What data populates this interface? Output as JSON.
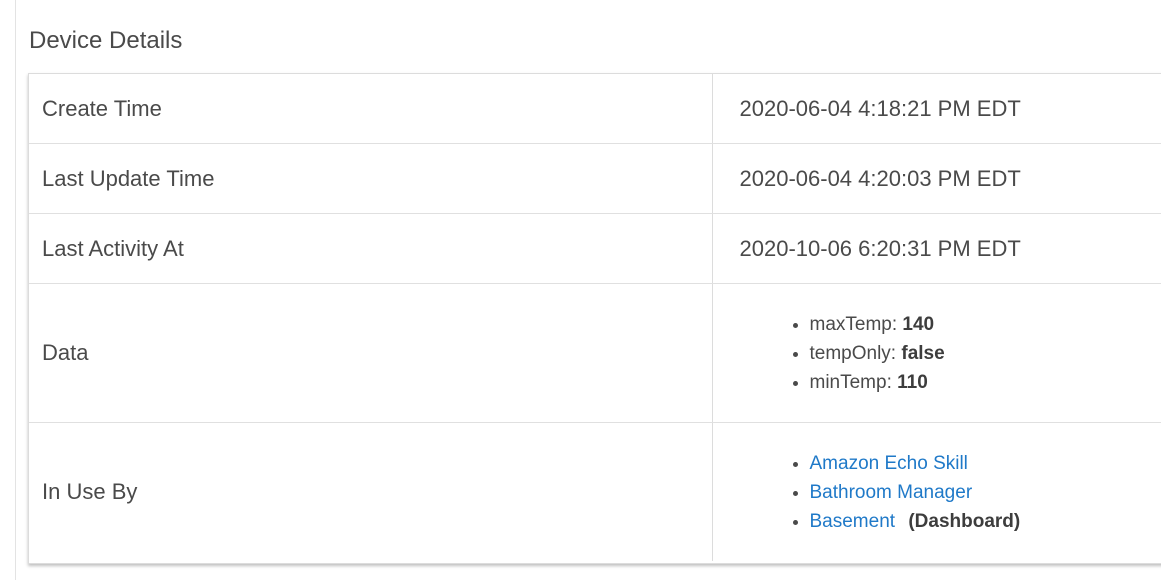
{
  "section": {
    "title": "Device Details"
  },
  "rows": {
    "create_time": {
      "label": "Create Time",
      "value": "2020-06-04 4:18:21 PM EDT"
    },
    "last_update_time": {
      "label": "Last Update Time",
      "value": "2020-06-04 4:20:03 PM EDT"
    },
    "last_activity_at": {
      "label": "Last Activity At",
      "value": "2020-10-06 6:20:31 PM EDT"
    },
    "data": {
      "label": "Data",
      "items": [
        {
          "key": "maxTemp:",
          "value": "140"
        },
        {
          "key": "tempOnly:",
          "value": "false"
        },
        {
          "key": "minTemp:",
          "value": "110"
        }
      ]
    },
    "in_use_by": {
      "label": "In Use By",
      "items": [
        {
          "name": "Amazon Echo Skill",
          "kind": ""
        },
        {
          "name": "Bathroom Manager",
          "kind": ""
        },
        {
          "name": "Basement",
          "kind": "(Dashboard)"
        }
      ]
    }
  },
  "colors": {
    "link": "#1f79c8",
    "text": "#4a4a4a",
    "border": "#e0e0e0"
  }
}
